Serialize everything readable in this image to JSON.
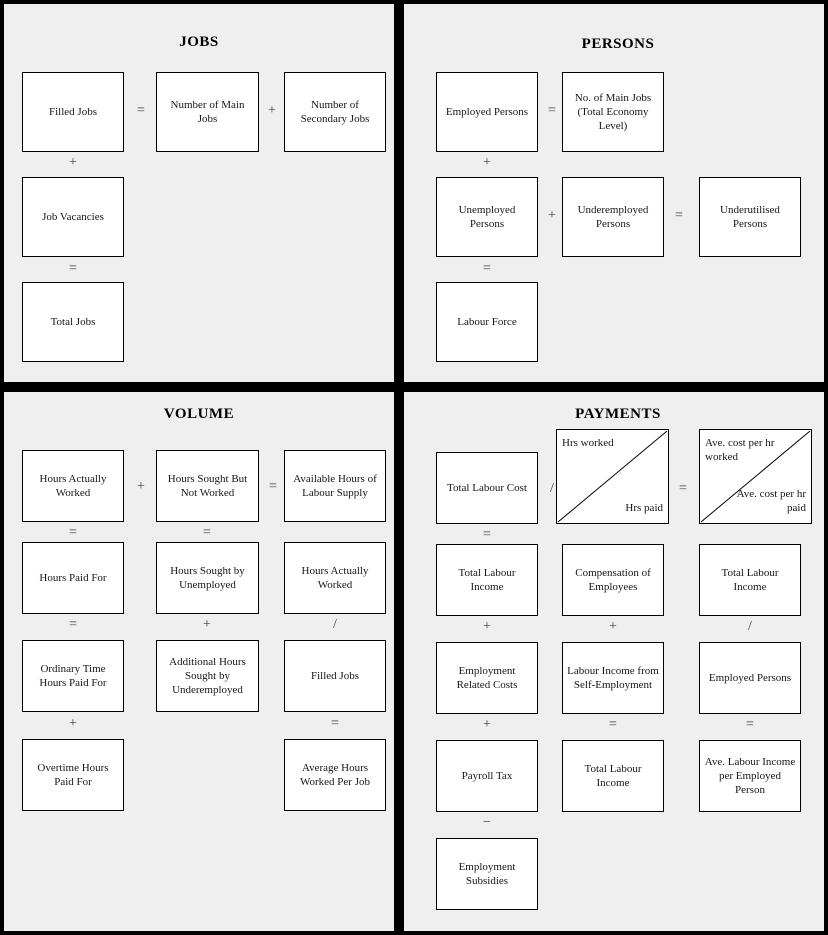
{
  "diagram": {
    "background_color": "#efefef",
    "box_fill": "#ffffff",
    "border_color": "#000000",
    "quadrants": [
      {
        "id": "jobs",
        "title": "JOBS",
        "boxes": [
          {
            "name": "filled-jobs",
            "label": "Filled Jobs"
          },
          {
            "name": "number-of-main-jobs",
            "label": "Number of Main Jobs"
          },
          {
            "name": "number-of-secondary-jobs",
            "label": "Number of Secondary Jobs"
          },
          {
            "name": "job-vacancies",
            "label": "Job Vacancies"
          },
          {
            "name": "total-jobs",
            "label": "Total Jobs"
          }
        ],
        "operators": [
          {
            "name": "op-equals-filled-main",
            "symbol": "="
          },
          {
            "name": "op-plus-main-secondary",
            "symbol": "+"
          },
          {
            "name": "op-plus-filled-vacancies",
            "symbol": "+"
          },
          {
            "name": "op-equals-total-jobs",
            "symbol": "="
          }
        ]
      },
      {
        "id": "persons",
        "title": "PERSONS",
        "boxes": [
          {
            "name": "employed-persons",
            "label": "Employed Persons"
          },
          {
            "name": "no-of-main-jobs-total",
            "label": "No. of Main Jobs (Total Economy Level)"
          },
          {
            "name": "unemployed-persons",
            "label": "Unemployed Persons"
          },
          {
            "name": "underemployed-persons",
            "label": "Underemployed Persons"
          },
          {
            "name": "underutilised-persons",
            "label": "Underutilised Persons"
          },
          {
            "name": "labour-force",
            "label": "Labour Force"
          }
        ],
        "operators": [
          {
            "name": "op-equals-employed-mainjobs",
            "symbol": "="
          },
          {
            "name": "op-plus-employed-unemployed",
            "symbol": "+"
          },
          {
            "name": "op-plus-unemp-underemp",
            "symbol": "+"
          },
          {
            "name": "op-equals-underutilised",
            "symbol": "="
          },
          {
            "name": "op-equals-labour-force",
            "symbol": "="
          }
        ]
      },
      {
        "id": "volume",
        "title": "VOLUME",
        "boxes": [
          {
            "name": "hours-actually-worked",
            "label": "Hours Actually Worked"
          },
          {
            "name": "hours-sought-but-not-worked",
            "label": "Hours Sought But Not Worked"
          },
          {
            "name": "available-hours-labour-supply",
            "label": "Available Hours of Labour Supply"
          },
          {
            "name": "hours-paid-for",
            "label": "Hours Paid For"
          },
          {
            "name": "hours-sought-by-unemployed",
            "label": "Hours Sought by Unemployed"
          },
          {
            "name": "hours-actually-worked-2",
            "label": "Hours Actually Worked"
          },
          {
            "name": "ordinary-time-hours-paid-for",
            "label": "Ordinary Time Hours Paid For"
          },
          {
            "name": "additional-hours-sought",
            "label": "Additional Hours Sought by Underemployed"
          },
          {
            "name": "filled-jobs-2",
            "label": "Filled Jobs"
          },
          {
            "name": "overtime-hours-paid-for",
            "label": "Overtime Hours Paid For"
          },
          {
            "name": "average-hours-worked-per-job",
            "label": "Average Hours Worked Per Job"
          }
        ],
        "operators": [
          {
            "name": "op-plus-haw-hsbnw",
            "symbol": "+"
          },
          {
            "name": "op-equals-available-hours",
            "symbol": "="
          },
          {
            "name": "op-equals-haw-hpf",
            "symbol": "="
          },
          {
            "name": "op-equals-hsbnw-hsu",
            "symbol": "="
          },
          {
            "name": "op-plus-hsu-additional",
            "symbol": "+"
          },
          {
            "name": "op-divide-haw-filledjobs",
            "symbol": "/"
          },
          {
            "name": "op-equals-hpf-ordinary",
            "symbol": "="
          },
          {
            "name": "op-plus-ordinary-overtime",
            "symbol": "+"
          },
          {
            "name": "op-equals-average-hours",
            "symbol": "="
          }
        ]
      },
      {
        "id": "payments",
        "title": "PAYMENTS",
        "boxes": [
          {
            "name": "total-labour-cost",
            "label": "Total Labour Cost"
          },
          {
            "name": "hrs-worked-hrs-paid",
            "label_top": "Hrs worked",
            "label_bottom": "Hrs paid",
            "split": true
          },
          {
            "name": "ave-cost-per-hr",
            "label_top": "Ave. cost per hr worked",
            "label_bottom": "Ave. cost per hr paid",
            "split": true
          },
          {
            "name": "total-labour-income",
            "label": "Total Labour Income"
          },
          {
            "name": "compensation-of-employees",
            "label": "Compensation of Employees"
          },
          {
            "name": "total-labour-income-2",
            "label": "Total Labour Income"
          },
          {
            "name": "employment-related-costs",
            "label": "Employment Related Costs"
          },
          {
            "name": "labour-income-self-employment",
            "label": "Labour Income from Self-Employment"
          },
          {
            "name": "employed-persons-2",
            "label": "Employed Persons"
          },
          {
            "name": "payroll-tax",
            "label": "Payroll Tax"
          },
          {
            "name": "total-labour-income-3",
            "label": "Total Labour Income"
          },
          {
            "name": "ave-labour-income-per-person",
            "label": "Ave. Labour Income per Employed Person"
          },
          {
            "name": "employment-subsidies",
            "label": "Employment Subsidies"
          }
        ],
        "operators": [
          {
            "name": "op-divide-tlc-hrs",
            "symbol": "/"
          },
          {
            "name": "op-equals-avecost",
            "symbol": "="
          },
          {
            "name": "op-equals-tlc-tli",
            "symbol": "="
          },
          {
            "name": "op-plus-tli-erc",
            "symbol": "+"
          },
          {
            "name": "op-plus-erc-payroll",
            "symbol": "+"
          },
          {
            "name": "op-minus-payroll-subsidies",
            "symbol": "−"
          },
          {
            "name": "op-plus-coe-lise",
            "symbol": "+"
          },
          {
            "name": "op-equals-lise-tli",
            "symbol": "="
          },
          {
            "name": "op-divide-tli-persons",
            "symbol": "/"
          },
          {
            "name": "op-equals-persons-ave",
            "symbol": "="
          }
        ]
      }
    ]
  }
}
